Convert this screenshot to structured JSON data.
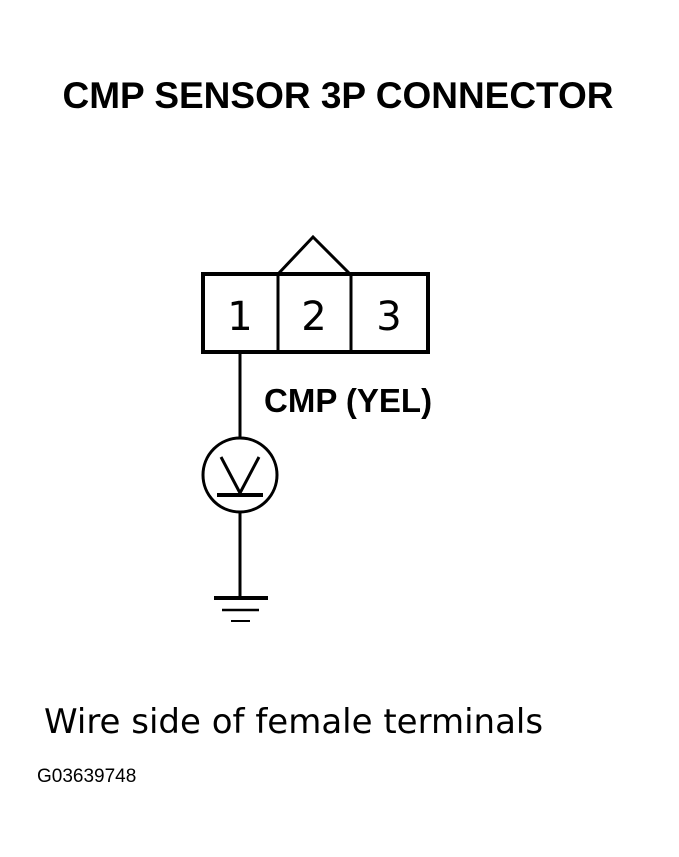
{
  "title": "CMP SENSOR 3P CONNECTOR",
  "connector": {
    "pins": [
      "1",
      "2",
      "3"
    ]
  },
  "wire_label": "CMP (YEL)",
  "caption": "Wire side of female terminals",
  "figure_id": "G03639748"
}
